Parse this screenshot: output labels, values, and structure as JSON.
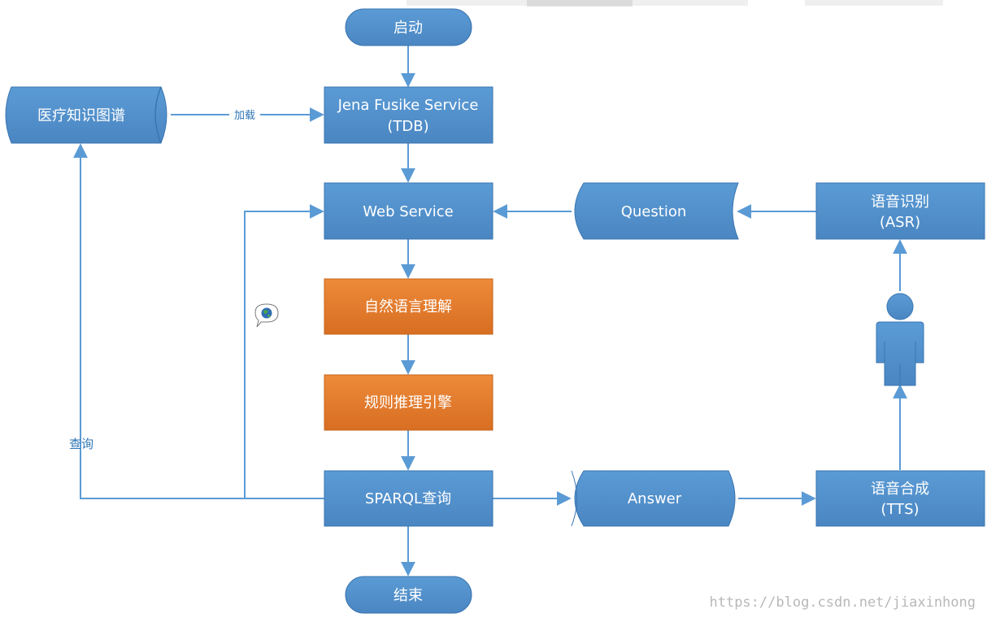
{
  "colors": {
    "node_blue": "#4f8cc9",
    "node_blue_border": "#3a75b0",
    "node_orange": "#e07b2e",
    "node_orange_border": "#c4651d",
    "edge": "#5b9bd5",
    "edge_label": "#2e75b6",
    "text": "#ffffff"
  },
  "nodes": {
    "start": "启动",
    "knowledge_graph": "医疗知识图谱",
    "jena_line1": "Jena Fusike Service",
    "jena_line2": "(TDB)",
    "web_service": "Web Service",
    "question": "Question",
    "asr_line1": "语音识别",
    "asr_line2": "(ASR)",
    "nlu": "自然语言理解",
    "rule_engine": "规则推理引擎",
    "sparql": "SPARQL查询",
    "answer": "Answer",
    "tts_line1": "语音合成",
    "tts_line2": "(TTS)",
    "end": "结束"
  },
  "edge_labels": {
    "load": "加载",
    "query": "查询"
  },
  "icons": {
    "user": "person-icon",
    "comment": "comment-globe-icon"
  },
  "watermark": "https://blog.csdn.net/jiaxinhong"
}
